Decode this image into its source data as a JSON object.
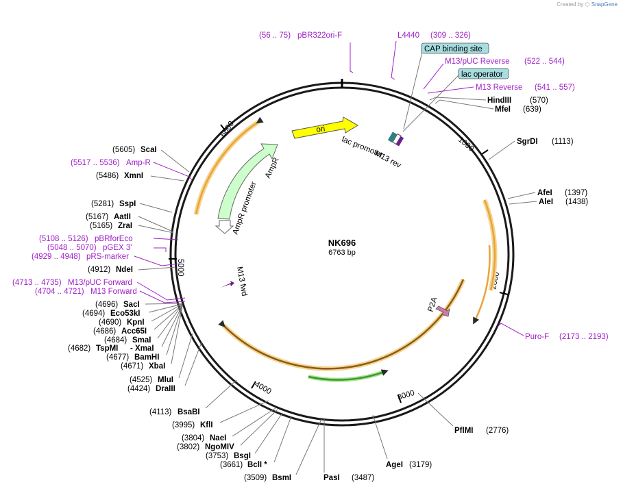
{
  "credit": {
    "prefix": "Created by",
    "brand": "SnapGene"
  },
  "plasmid": {
    "name": "NK696",
    "size": "6763 bp",
    "length": 6763
  },
  "ticks": [
    "1000",
    "2000",
    "3000",
    "4000",
    "5000",
    "6000"
  ],
  "features": {
    "ori": "ori",
    "lac_promoter": "lac promoter",
    "m13_rev": "M13 rev",
    "ampr": "AmpR",
    "ampr_promoter": "AmpR promoter",
    "m13_fwd": "M13 fwd",
    "p2a": "P2A"
  },
  "boxed_labels": {
    "cap_binding_site": "CAP binding site",
    "lac_operator": "lac operator"
  },
  "primers": {
    "pbr322ori": {
      "range": "(56 .. 75)",
      "name": "pBR322ori-F"
    },
    "l4440": {
      "name": "L4440",
      "range": "(309 .. 326)"
    },
    "m13puc_reverse": {
      "name": "M13/pUC Reverse",
      "range": "(522 .. 544)"
    },
    "m13_reverse": {
      "name": "M13 Reverse",
      "range": "(541 .. 557)"
    },
    "puro_f": {
      "name": "Puro-F",
      "range": "(2173 .. 2193)"
    },
    "amp_r": {
      "range": "(5517 .. 5536)",
      "name": "Amp-R"
    },
    "pbrforeco": {
      "range": "(5108 .. 5126)",
      "name": "pBRforEco"
    },
    "pgex3": {
      "range": "(5048 .. 5070)",
      "name": "pGEX 3'"
    },
    "prs_marker": {
      "range": "(4929 .. 4948)",
      "name": "pRS-marker"
    },
    "m13puc_forward": {
      "range": "(4713 .. 4735)",
      "name": "M13/pUC Forward"
    },
    "m13_forward": {
      "range": "(4704 .. 4721)",
      "name": "M13 Forward"
    }
  },
  "enzymes": {
    "hindiii": {
      "name": "HindIII",
      "pos": "(570)"
    },
    "mfei": {
      "name": "MfeI",
      "pos": "(639)"
    },
    "sgrdi": {
      "name": "SgrDI",
      "pos": "(1113)"
    },
    "afei": {
      "name": "AfeI",
      "pos": "(1397)"
    },
    "alei": {
      "name": "AleI",
      "pos": "(1438)"
    },
    "pflmi": {
      "name": "PflMI",
      "pos": "(2776)"
    },
    "agei": {
      "name": "AgeI",
      "pos": "(3179)"
    },
    "pasi": {
      "name": "PasI",
      "pos": "(3487)"
    },
    "bsmi": {
      "pos": "(3509)",
      "name": "BsmI"
    },
    "bcli": {
      "pos": "(3661)",
      "name": "BclI *"
    },
    "bsgi": {
      "pos": "(3753)",
      "name": "BsgI"
    },
    "ngomiv": {
      "pos": "(3802)",
      "name": "NgoMIV"
    },
    "naei": {
      "pos": "(3804)",
      "name": "NaeI"
    },
    "kfli": {
      "pos": "(3995)",
      "name": "KflI"
    },
    "bsabi": {
      "pos": "(4113)",
      "name": "BsaBI"
    },
    "draiii": {
      "pos": "(4424)",
      "name": "DraIII"
    },
    "mlui": {
      "pos": "(4525)",
      "name": "MluI"
    },
    "xbai": {
      "pos": "(4671)",
      "name": "XbaI"
    },
    "bamhi": {
      "pos": "(4677)",
      "name": "BamHI"
    },
    "tspmi": {
      "pos": "(4682)",
      "name": "TspMI",
      "sep": "- XmaI"
    },
    "smai": {
      "pos": "(4684)",
      "name": "SmaI"
    },
    "acc65i": {
      "pos": "(4686)",
      "name": "Acc65I"
    },
    "kpni": {
      "pos": "(4690)",
      "name": "KpnI"
    },
    "eco53ki": {
      "pos": "(4694)",
      "name": "Eco53kI"
    },
    "saci": {
      "pos": "(4696)",
      "name": "SacI"
    },
    "ndei": {
      "pos": "(4912)",
      "name": "NdeI"
    },
    "zrai": {
      "pos": "(5165)",
      "name": "ZraI"
    },
    "aatii": {
      "pos": "(5167)",
      "name": "AatII"
    },
    "sspi": {
      "pos": "(5281)",
      "name": "SspI"
    },
    "xmni": {
      "pos": "(5486)",
      "name": "XmnI"
    },
    "scai": {
      "pos": "(5605)",
      "name": "ScaI"
    }
  },
  "colors": {
    "backbone": "#1a1a1a",
    "enzyme_text": "#000000",
    "primer": "#a020c8",
    "ori": "#ffff00",
    "ampr": "#ccffcc",
    "orange_feature": "#e8a33a",
    "orange_halo": "#f6d58f",
    "green_feature": "#3a9a2a",
    "box_fill": "#a6dde0",
    "p2a": "#d07aa8",
    "m13_fwd": "#6a2090"
  }
}
